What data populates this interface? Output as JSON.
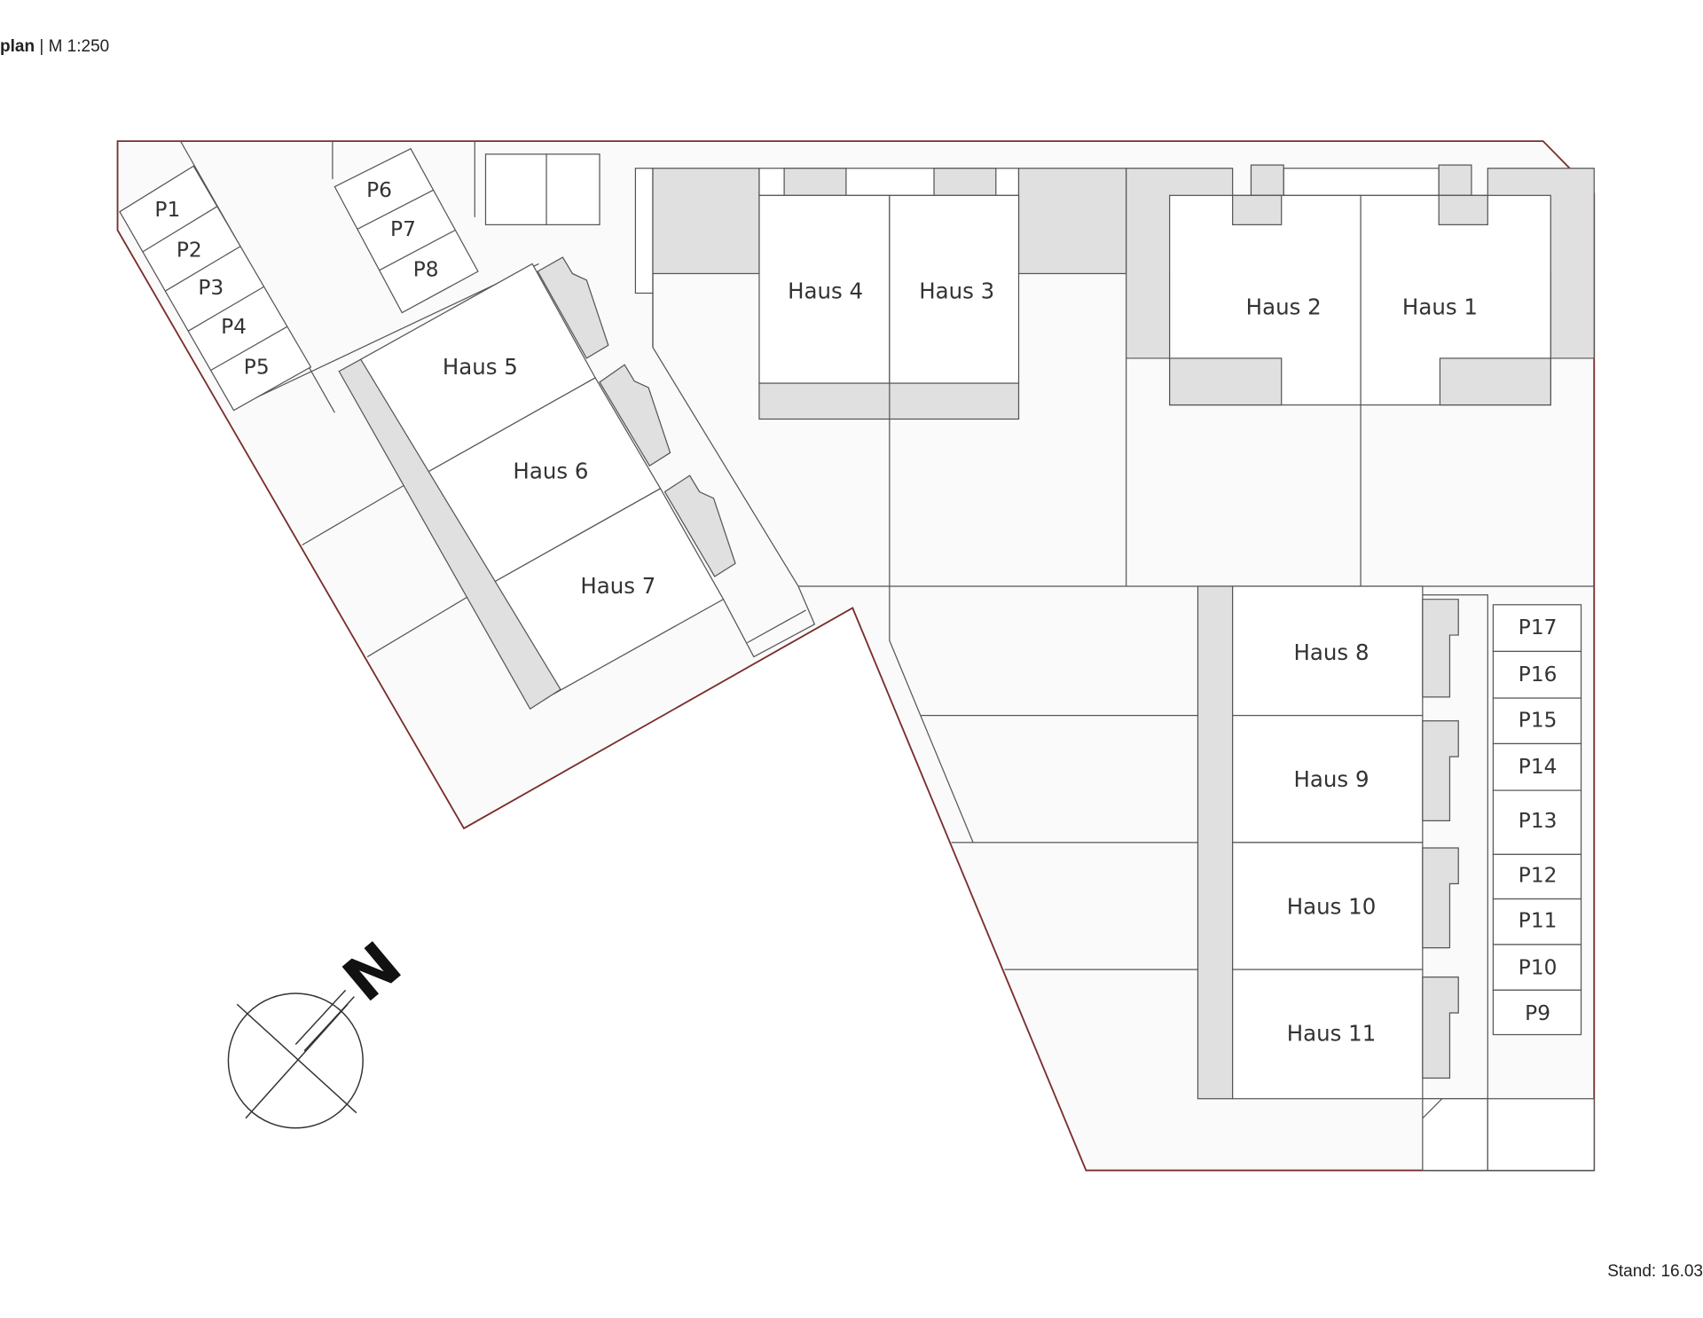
{
  "header": {
    "title_bold": "plan",
    "separator": " | ",
    "scale": "M 1:250"
  },
  "footer": {
    "stand": "Stand: 16.03"
  },
  "colors": {
    "boundary": "#7a2e2e",
    "building_gray": "#e0e0e0",
    "line": "#555555"
  },
  "houses": [
    "Haus 1",
    "Haus 2",
    "Haus 3",
    "Haus 4",
    "Haus 5",
    "Haus 6",
    "Haus 7",
    "Haus 8",
    "Haus 9",
    "Haus 10",
    "Haus 11"
  ],
  "parking": [
    "P1",
    "P2",
    "P3",
    "P4",
    "P5",
    "P6",
    "P7",
    "P8",
    "P9",
    "P10",
    "P11",
    "P12",
    "P13",
    "P14",
    "P15",
    "P16",
    "P17"
  ],
  "north": {
    "letter": "N",
    "icon": "north-arrow-icon"
  }
}
